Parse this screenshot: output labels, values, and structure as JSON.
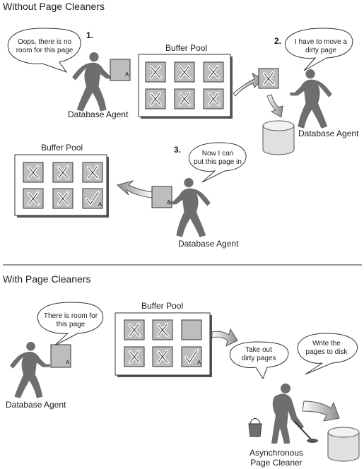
{
  "sections": {
    "without": "Without Page Cleaners",
    "with": "With Page Cleaners"
  },
  "steps": {
    "one": "1.",
    "two": "2.",
    "three": "3."
  },
  "labels": {
    "buffer_pool": "Buffer Pool",
    "database_agent": "Database Agent",
    "async_cleaner_line1": "Asynchronous",
    "async_cleaner_line2": "Page Cleaner",
    "page_letter": "A"
  },
  "bubbles": {
    "oops": [
      "Oops, there is no",
      "room for this page"
    ],
    "move_dirty": [
      "I have to move a",
      "dirty page"
    ],
    "now_put": [
      "Now I can",
      "put this page in"
    ],
    "room": [
      "There is room for",
      "this page"
    ],
    "take_out": [
      "Take out",
      "dirty pages"
    ],
    "write_pages": [
      "Write the",
      "pages to disk"
    ]
  }
}
